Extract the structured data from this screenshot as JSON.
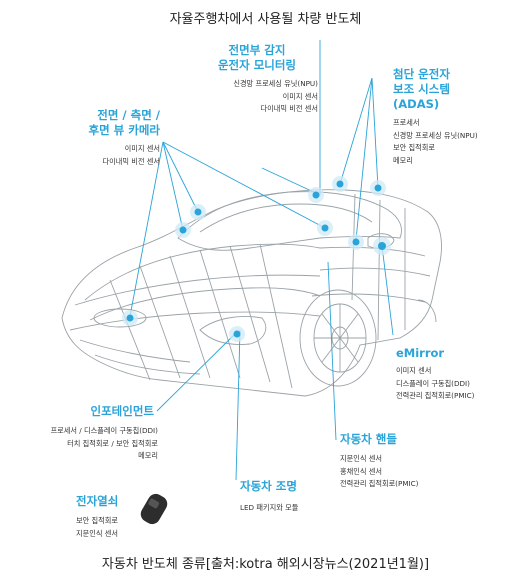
{
  "title": "자율주행차에서 사용될 차량 반도체",
  "caption": "자동차 반도체 종류[출처:kotra 해외시장뉴스(2021년1월)]",
  "colors": {
    "accent": "#2aa4d8",
    "car_line": "#9aa3a8",
    "text": "#333333"
  },
  "groups": {
    "monitoring": {
      "heading": [
        "전면부 감지",
        "운전자 모니터링"
      ],
      "items": [
        "신경망 프로세싱 유닛(NPU)",
        "이미지 센서",
        "다이내믹 비전 센서"
      ]
    },
    "front_side_rear": {
      "heading": [
        "전면 / 측면 /",
        "후면 뷰 카메라"
      ],
      "items": [
        "이미지 센서",
        "다이내믹 비전 센서"
      ]
    },
    "adas": {
      "heading": [
        "첨단 운전자",
        "보조 시스템",
        "(ADAS)"
      ],
      "items": [
        "프로세서",
        "신경망 프로세싱 유닛(NPU)",
        "보안 집적회로",
        "메모리"
      ]
    },
    "emirror": {
      "heading": [
        "eMirror"
      ],
      "items": [
        "이미지 센서",
        "디스플레이 구동칩(DDI)",
        "전력관리 집적회로(PMIC)"
      ]
    },
    "infotainment": {
      "heading": [
        "인포테인먼트"
      ],
      "items": [
        "프로세서 / 디스플레이 구동칩(DDI)",
        "터치 집적회로 / 보안 집적회로",
        "메모리"
      ]
    },
    "steering": {
      "heading": [
        "자동차 핸들"
      ],
      "items": [
        "지문인식 센서",
        "홍채인식 센서",
        "전력관리 집적회로(PMIC)"
      ]
    },
    "lighting": {
      "heading": [
        "자동차 조명"
      ],
      "items": [
        "LED 패키지와 모듈"
      ]
    },
    "smart_key": {
      "heading": [
        "전자열쇠"
      ],
      "items": [
        "보안 집적회로",
        "지문인식 센서"
      ]
    }
  }
}
